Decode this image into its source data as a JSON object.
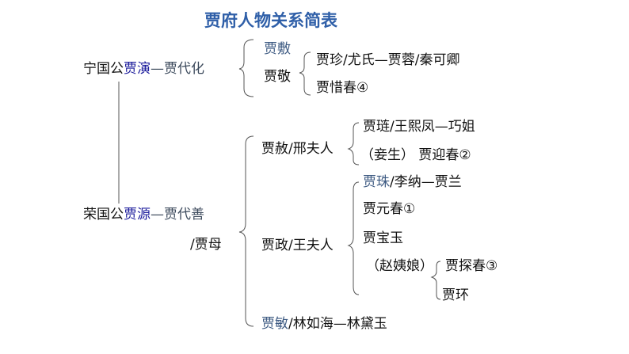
{
  "title": "贾府人物关系简表",
  "ningguo": {
    "prefix": "宁国公",
    "founder": "贾演",
    "suffix": "—贾代化",
    "children": [
      "贾敷",
      "贾敬"
    ],
    "grandchildren": [
      "贾珍/尤氏—贾蓉/秦可卿",
      "贾惜春④"
    ]
  },
  "rongguo": {
    "prefix": "荣国公",
    "founder": "贾源",
    "suffix": "—贾代善",
    "spouse": "/贾母",
    "she": {
      "name": "贾赦/邢夫人",
      "children": [
        "贾琏/王熙凤—巧姐",
        "（妾生） 贾迎春②"
      ]
    },
    "zheng": {
      "name": "贾政/王夫人",
      "zhu_a": "贾珠",
      "zhu_b": "/李纳—贾兰",
      "children": [
        "贾元春①",
        "贾宝玉"
      ],
      "concubine": "（赵姨娘）",
      "concubine_children": [
        "贾探春③",
        "贾环"
      ]
    },
    "min_a": "贾敏",
    "min_b": "/林如海—林黛玉"
  },
  "colors": {
    "title": "#2f5fa8",
    "founder": "#1c1c9c",
    "muted": "#3d5a82"
  }
}
